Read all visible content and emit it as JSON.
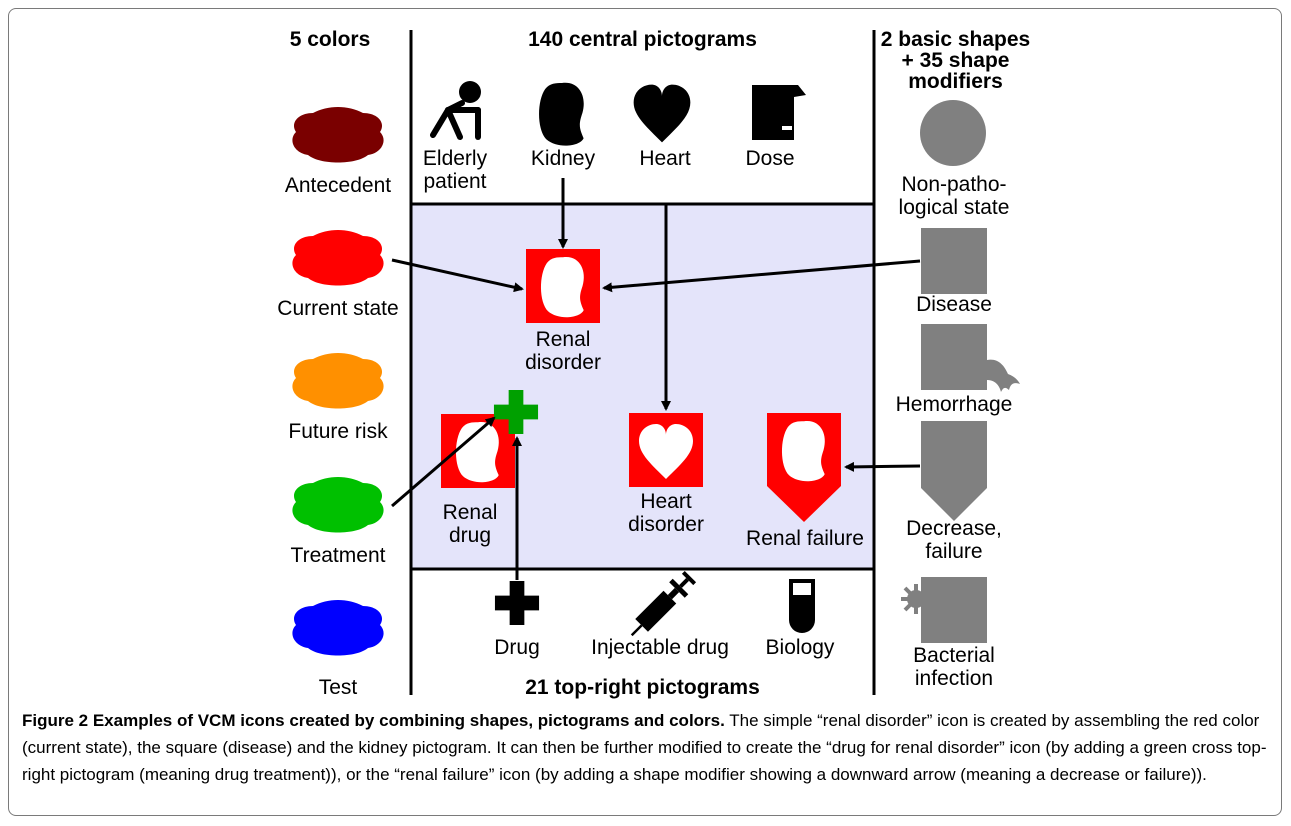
{
  "headers": {
    "colors": "5 colors",
    "central": "140 central pictograms",
    "shapes": "2 basic shapes + 35 shape modifiers",
    "top_right": "21 top-right pictograms"
  },
  "colors": [
    {
      "label": "Antecedent",
      "color": "#7a0000"
    },
    {
      "label": "Current state",
      "color": "#ff0000"
    },
    {
      "label": "Future risk",
      "color": "#ff9000"
    },
    {
      "label": "Treatment",
      "color": "#00c000"
    },
    {
      "label": "Test",
      "color": "#0000ff"
    }
  ],
  "central_pictograms": [
    "Elderly patient",
    "Kidney",
    "Heart",
    "Dose"
  ],
  "combined_icons": {
    "renal_disorder": "Renal disorder",
    "renal_drug": "Renal drug",
    "heart_disorder": "Heart disorder",
    "renal_failure": "Renal failure"
  },
  "top_right_pictograms": [
    "Drug",
    "Injectable drug",
    "Biology"
  ],
  "shapes": [
    "Non-patho-logical state",
    "Disease",
    "Hemorrhage",
    "Decrease, failure",
    "Bacterial infection"
  ],
  "palette": {
    "icon_red": "#ff0000",
    "shape_gray": "#808080",
    "panel_fill": "#e4e4fa",
    "cross_green": "#00a000"
  },
  "caption": {
    "title": "Figure 2 Examples of VCM icons created by combining shapes, pictograms and colors.",
    "text": "The simple “renal disorder” icon is created by assembling the red color (current state), the square (disease) and the kidney pictogram. It can then be further modified to create the “drug for renal disorder” icon (by adding a green cross top-right pictogram (meaning drug treatment)), or the “renal failure” icon (by adding a shape modifier showing a downward arrow (meaning a decrease or failure))."
  }
}
